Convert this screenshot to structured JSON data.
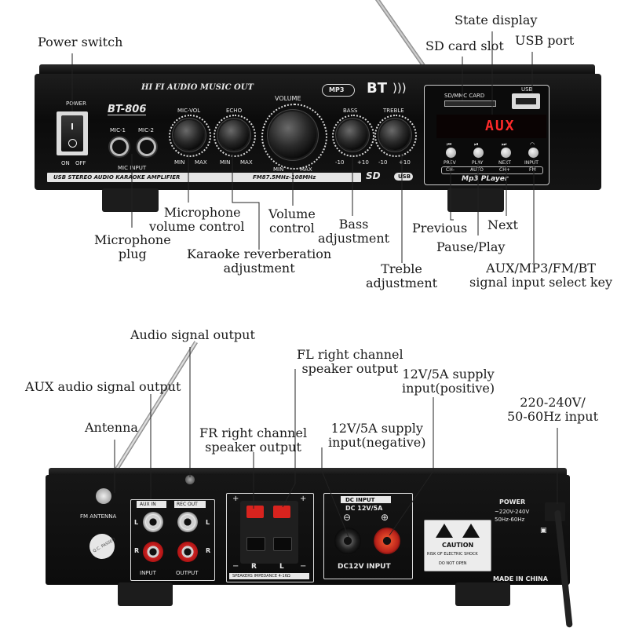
{
  "front_panel": {
    "brand_line": "HI FI AUDIO MUSIC OUT",
    "model": "BT-806",
    "power_label": "POWER",
    "on_label": "ON",
    "off_label": "OFF",
    "mic1_label": "MIC-1",
    "mic2_label": "MIC-2",
    "mic_input_label": "MIC INPUT",
    "mic_vol_label": "MIC-VOL",
    "echo_label": "ECHO",
    "volume_label": "VOLUME",
    "bass_label": "BASS",
    "treble_label": "TREBLE",
    "min_label": "MIN",
    "max_label": "MAX",
    "minus10_label": "-10",
    "plus10_label": "+10",
    "mp3_badge": "MP3",
    "bt_badge": "BT",
    "sd_card_label": "SD/MMC CARD",
    "usb_label": "USB",
    "display_text": "AUX",
    "prev_label": "PREV",
    "play_label": "PLAY",
    "next_label": "NEXT",
    "input_label": "INPUT",
    "ch_minus": "CH-",
    "auto_label": "AUTO",
    "ch_plus": "CH+",
    "fm_label": "FM",
    "mp3_player_label": "Mp3 PLayer",
    "strip_text": "USB STEREO AUDIO KARAOKE AMPLIFIER",
    "freq_text": "FM87.5MHz-108MHz",
    "sd_logo": "SD",
    "usb_logo": "USB"
  },
  "front_callouts": {
    "power_switch": "Power switch",
    "sd_card_slot": "SD card slot",
    "state_display": "State display",
    "usb_port": "USB port",
    "mic_volume": [
      "Microphone",
      "volume control"
    ],
    "mic_plug": [
      "Microphone",
      "plug"
    ],
    "karaoke_reverb": [
      "Karaoke reverberation",
      "adjustment"
    ],
    "volume_control": [
      "Volume",
      "control"
    ],
    "bass_adjustment": [
      "Bass",
      "adjustment"
    ],
    "treble_adjustment": [
      "Treble",
      "adjustment"
    ],
    "previous": "Previous",
    "pause_play": "Pause/Play",
    "next": "Next",
    "input_select": [
      "AUX/MP3/FM/BT",
      "signal input select key"
    ]
  },
  "back_panel": {
    "fm_antenna": "FM ANTENNA",
    "aux_in": "AUX IN",
    "rec_out": "REC OUT",
    "l_label": "L",
    "r_label": "R",
    "input_label": "INPUT",
    "output_label": "OUTPUT",
    "plus": "+",
    "minus": "−",
    "speakers_label": "SPEAKERS IMPEDANCE 4-16Ω",
    "dc_input": "DC INPUT",
    "dc_rating": "DC 12V/5A",
    "dc12v_input": "DC12V INPUT",
    "power_label": "POWER",
    "power_voltage": "~220V-240V",
    "power_freq": "50Hz-60Hz",
    "caution": "CAUTION",
    "risk": "RISK OF ELECTRIC SHOCK",
    "do_not_open": "DO NOT OPEN",
    "made_in": "MADE IN CHINA",
    "qc_passed": "Q.C. PASSED"
  },
  "back_callouts": {
    "audio_signal_output": "Audio signal output",
    "fl_right": [
      "FL right channel",
      "speaker output"
    ],
    "aux_audio": "AUX audio signal output",
    "supply_positive": [
      "12V/5A supply",
      "input(positive)"
    ],
    "antenna": "Antenna",
    "fr_right": [
      "FR right channel",
      "speaker output"
    ],
    "supply_negative": [
      "12V/5A supply",
      "input(negative)"
    ],
    "ac_input": [
      "220-240V/",
      "50-60Hz input"
    ]
  },
  "colors": {
    "panel": "#0d0d0d",
    "display_red": "#ff2a2a",
    "terminal_red": "#d8231e",
    "caution_yellow": "#f1d23a"
  }
}
